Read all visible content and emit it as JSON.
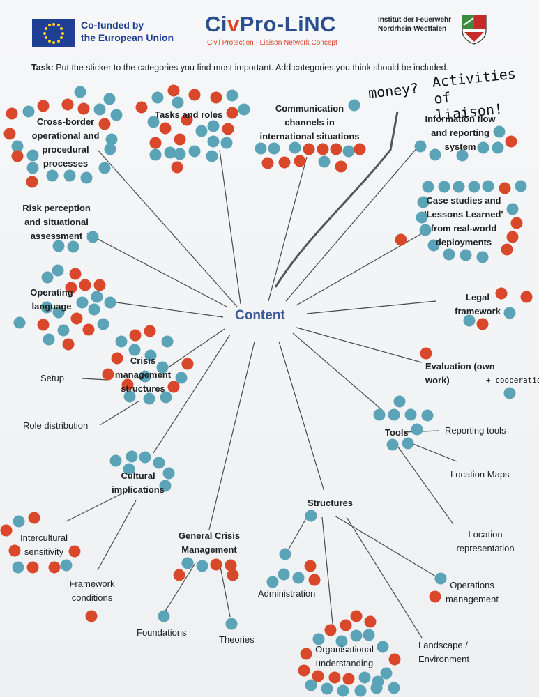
{
  "header": {
    "eu_text": "Co-funded by\nthe European Union",
    "logo_part1": "Ci",
    "logo_part2": "v",
    "logo_part3": "Pro-LiNC",
    "logo_subtitle": "Civil Protection - Liaison Network Concept",
    "institute": "Institut der Feuerwehr\nNordrhein-Westfalen"
  },
  "task": {
    "label": "Task:",
    "text": " Put the sticker to the categories you find most important. Add categories you think should be included."
  },
  "center": "Content",
  "handwriting": {
    "money": "money?",
    "activities": "Activities of\nliaison!",
    "cooperation": "+ cooperation"
  },
  "categories": {
    "cross_border": "Cross-border\noperational and\nprocedural\nprocesses",
    "tasks": "Tasks and roles",
    "communication": "Communication\nchannels in\ninternational situations",
    "information": "Information flow\nand reporting\nsystem",
    "risk": "Risk perception\nand situational\nassessment",
    "case_studies": "Case studies and\n'Lessons Learned'\nfrom real-world\ndeployments",
    "operating_language": "Operating\nlanguage",
    "legal": "Legal\nframework",
    "evaluation": "Evaluation (own\nwork)",
    "crisis_mgmt": "Crisis\nmanagement\nstructures",
    "setup": "Setup",
    "role_distribution": "Role distribution",
    "tools": "Tools",
    "reporting_tools": "Reporting tools",
    "location_maps": "Location Maps",
    "location_representation": "Location\nrepresentation",
    "cultural": "Cultural\nimplications",
    "intercultural": "Intercultural\nsensitivity",
    "framework_conditions": "Framework\nconditions",
    "general_crisis": "General Crisis\nManagement",
    "foundations": "Foundations",
    "theories": "Theories",
    "structures": "Structures",
    "administration": "Administration",
    "operations": "Operations\nmanagement",
    "organisational": "Organisational\nunderstanding",
    "landscape": "Landscape /\nEnvironment"
  },
  "colors": {
    "blue_sticker": "#5ba4b8",
    "red_sticker": "#d9482b",
    "line": "#4a4a4a",
    "center_text": "#3a5a9a"
  },
  "icons": {
    "eu_flag": "eu-flag-icon",
    "nrw_crest": "nrw-crest-icon"
  }
}
